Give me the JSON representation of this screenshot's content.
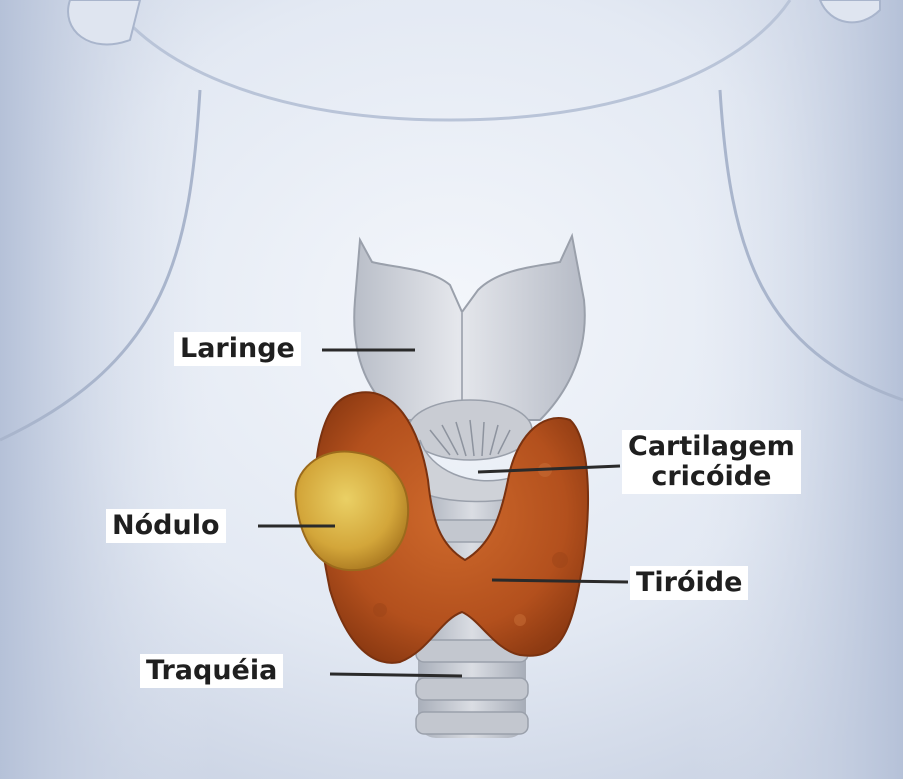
{
  "labels": {
    "laringe": "Laringe",
    "cartilagem_line1": "Cartilagem",
    "cartilagem_line2": "cricóide",
    "nodulo": "Nódulo",
    "tiroide": "Tiróide",
    "traqueia": "Traquéia"
  },
  "colors": {
    "background_skin": "#e6ebf4",
    "neck_shadow": "#c6d0e2",
    "cartilage": "#d4d7de",
    "thyroid": "#b8541f",
    "nodule": "#d9b43a",
    "leader_line": "#2a2a2a",
    "label_background": "#ffffff"
  }
}
